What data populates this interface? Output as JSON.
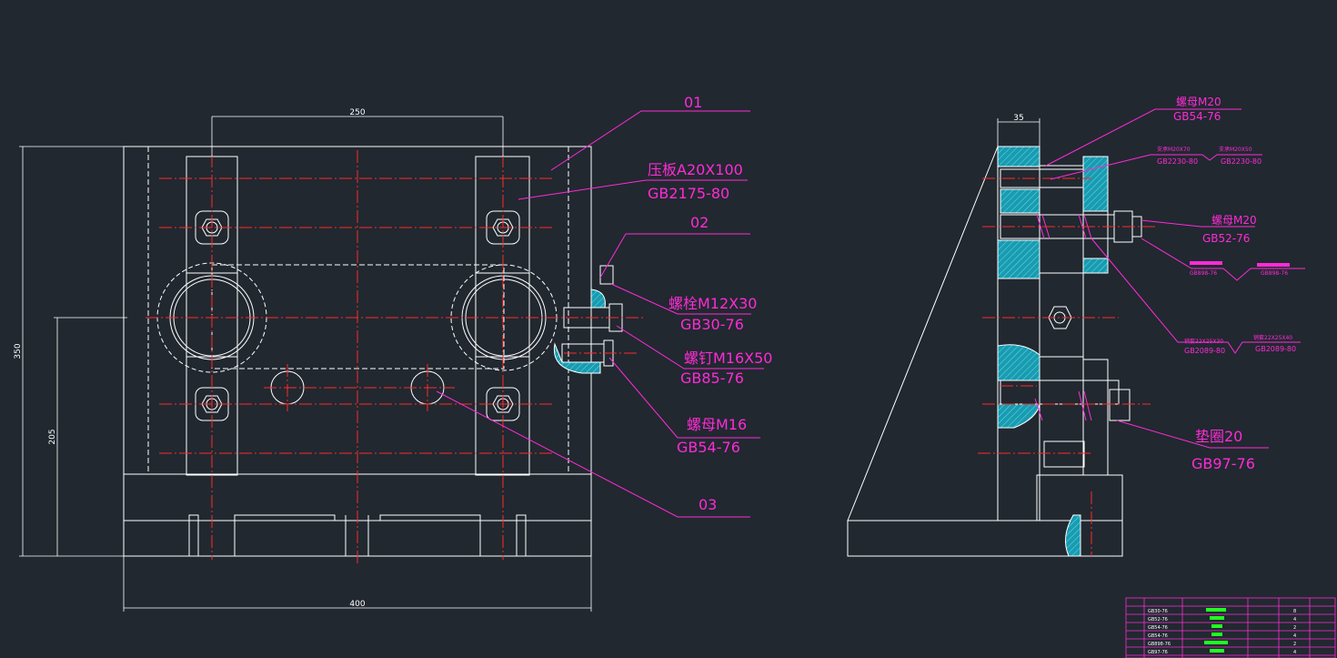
{
  "colors": {
    "background": "#212830",
    "line": "#ffffff",
    "center_line": "#ff2a2a",
    "annotation": "#ff2bd6",
    "hatch": "#23b4c8",
    "dimension": "#ffffff",
    "bom_highlight": "#22ff22"
  },
  "front_view": {
    "dims": {
      "top_width": "250",
      "bottom_width": "400",
      "left_height": "350",
      "left_inner_height": "205"
    },
    "labels": {
      "part_01": "01",
      "part_02": "02",
      "part_03": "03",
      "clamp_name": "压板A20X100",
      "clamp_std": "GB2175-80",
      "bolt_name": "螺栓M12X30",
      "bolt_std": "GB30-76",
      "screw_name": "螺钉M16X50",
      "screw_std": "GB85-76",
      "nut_name": "螺母M16",
      "nut_std": "GB54-76"
    }
  },
  "side_view": {
    "dims": {
      "top_width": "35"
    },
    "labels": {
      "nut_top_name": "螺母M20",
      "nut_top_std": "GB54-76",
      "support_a_name": "支承M20X70",
      "support_a_std": "GB2230-80",
      "support_b_name": "支承M20X50",
      "support_b_std": "GB2230-80",
      "nut_mid_name": "螺母M20",
      "nut_mid_std": "GB52-76",
      "washer_a_std": "GB898-76",
      "washer_b_std": "GB898-76",
      "pin_a_name": "销套22X25X30",
      "pin_a_std": "GB2089-80",
      "pin_b_name": "销套22X25X40",
      "pin_b_std": "GB2089-80",
      "washer_name": "垫圈20",
      "washer_std": "GB97-76"
    }
  },
  "bom_table": {
    "rows": [
      {
        "code": "GB30-76",
        "qty": "8"
      },
      {
        "code": "GB52-76",
        "qty": "4"
      },
      {
        "code": "GB54-76",
        "qty": "2"
      },
      {
        "code": "GB54-76",
        "qty": "4"
      },
      {
        "code": "GB898-76",
        "qty": "2"
      },
      {
        "code": "GB97-76",
        "qty": "4"
      }
    ]
  }
}
